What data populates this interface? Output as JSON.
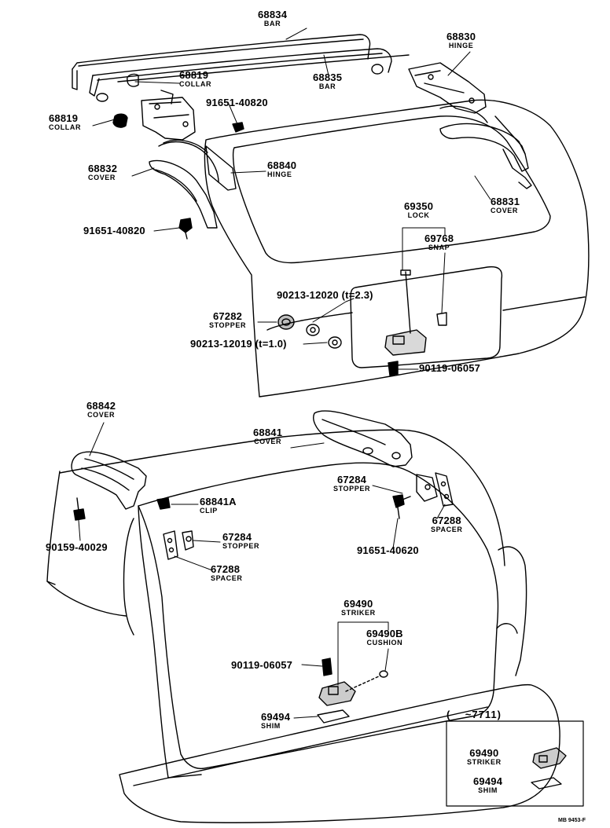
{
  "parts": {
    "bar_68834": {
      "number": "68834",
      "name": "BAR"
    },
    "hinge_68830": {
      "number": "68830",
      "name": "HINGE"
    },
    "collar_68819_a": {
      "number": "68819",
      "name": "COLLAR"
    },
    "bar_68835": {
      "number": "68835",
      "name": "BAR"
    },
    "bolt_91651_40820_a": {
      "number": "91651-40820"
    },
    "collar_68819_b": {
      "number": "68819",
      "name": "COLLAR"
    },
    "cover_68832": {
      "number": "68832",
      "name": "COVER"
    },
    "hinge_68840": {
      "number": "68840",
      "name": "HINGE"
    },
    "cover_68831": {
      "number": "68831",
      "name": "COVER"
    },
    "lock_69350": {
      "number": "69350",
      "name": "LOCK"
    },
    "snap_69768": {
      "number": "69768",
      "name": "SNAP"
    },
    "bolt_91651_40820_b": {
      "number": "91651-40820"
    },
    "washer_90213_12020": {
      "number": "90213-12020 (t=2.3)"
    },
    "stopper_67282": {
      "number": "67282",
      "name": "STOPPER"
    },
    "washer_90213_12019": {
      "number": "90213-12019 (t=1.0)"
    },
    "screw_90119_06057_a": {
      "number": "90119-06057"
    },
    "cover_68842": {
      "number": "68842",
      "name": "COVER"
    },
    "cover_68841": {
      "number": "68841",
      "name": "COVER"
    },
    "clip_68841A": {
      "number": "68841A",
      "name": "CLIP"
    },
    "stopper_67284_a": {
      "number": "67284",
      "name": "STOPPER"
    },
    "spacer_67288_a": {
      "number": "67288",
      "name": "SPACER"
    },
    "stopper_67284_b": {
      "number": "67284",
      "name": "STOPPER"
    },
    "spacer_67288_b": {
      "number": "67288",
      "name": "SPACER"
    },
    "bolt_91651_40620": {
      "number": "91651-40620"
    },
    "screw_90159_40029": {
      "number": "90159-40029"
    },
    "striker_69490": {
      "number": "69490",
      "name": "STRIKER"
    },
    "cushion_69490B": {
      "number": "69490B",
      "name": "CUSHION"
    },
    "screw_90119_06057_b": {
      "number": "90119-06057"
    },
    "shim_69494": {
      "number": "69494",
      "name": "SHIM"
    }
  },
  "inset": {
    "range": "(    ~7711)",
    "striker": {
      "number": "69490",
      "name": "STRIKER"
    },
    "shim": {
      "number": "69494",
      "name": "SHIM"
    }
  },
  "reference_code": "MB 9453-F"
}
